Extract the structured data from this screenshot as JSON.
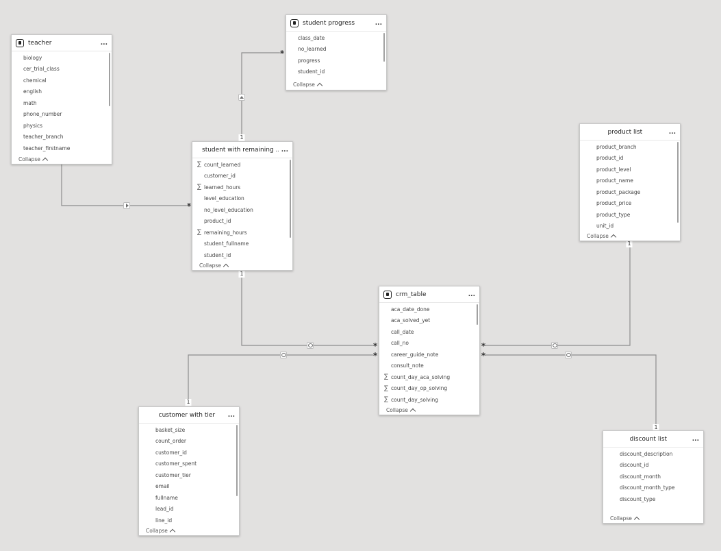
{
  "tables": {
    "teacher": {
      "title": "teacher",
      "fields": [
        {
          "name": "biology",
          "agg": false
        },
        {
          "name": "cer_trial_class",
          "agg": false
        },
        {
          "name": "chemical",
          "agg": false
        },
        {
          "name": "english",
          "agg": false
        },
        {
          "name": "math",
          "agg": false
        },
        {
          "name": "phone_number",
          "agg": false
        },
        {
          "name": "physics",
          "agg": false
        },
        {
          "name": "teacher_branch",
          "agg": false
        },
        {
          "name": "teacher_firstname",
          "agg": false
        }
      ],
      "collapse": "Collapse"
    },
    "student_progress": {
      "title": "student progress",
      "fields": [
        {
          "name": "class_date",
          "agg": false
        },
        {
          "name": "no_learned",
          "agg": false
        },
        {
          "name": "progress",
          "agg": false
        },
        {
          "name": "student_id",
          "agg": false
        }
      ],
      "collapse": "Collapse"
    },
    "student_remaining": {
      "title": "student with remaining ...",
      "fields": [
        {
          "name": "count_learned",
          "agg": true
        },
        {
          "name": "customer_id",
          "agg": false
        },
        {
          "name": "learned_hours",
          "agg": true
        },
        {
          "name": "level_education",
          "agg": false
        },
        {
          "name": "no_level_education",
          "agg": false
        },
        {
          "name": "product_id",
          "agg": false
        },
        {
          "name": "remaining_hours",
          "agg": true
        },
        {
          "name": "student_fullname",
          "agg": false
        },
        {
          "name": "student_id",
          "agg": false
        }
      ],
      "collapse": "Collapse"
    },
    "product_list": {
      "title": "product list",
      "fields": [
        {
          "name": "product_branch",
          "agg": false
        },
        {
          "name": "product_id",
          "agg": false
        },
        {
          "name": "product_level",
          "agg": false
        },
        {
          "name": "product_name",
          "agg": false
        },
        {
          "name": "product_package",
          "agg": false
        },
        {
          "name": "product_price",
          "agg": false
        },
        {
          "name": "product_type",
          "agg": false
        },
        {
          "name": "unit_id",
          "agg": false
        }
      ],
      "collapse": "Collapse"
    },
    "crm_table": {
      "title": "crm_table",
      "fields": [
        {
          "name": "aca_date_done",
          "agg": false
        },
        {
          "name": "aca_solved_yet",
          "agg": false
        },
        {
          "name": "call_date",
          "agg": false
        },
        {
          "name": "call_no",
          "agg": false
        },
        {
          "name": "career_guide_note",
          "agg": false
        },
        {
          "name": "consult_note",
          "agg": false
        },
        {
          "name": "count_day_aca_solving",
          "agg": true
        },
        {
          "name": "count_day_op_solving",
          "agg": true
        },
        {
          "name": "count_day_solving",
          "agg": true
        }
      ],
      "collapse": "Collapse"
    },
    "customer_tier": {
      "title": "customer with tier",
      "fields": [
        {
          "name": "basket_size",
          "agg": false
        },
        {
          "name": "count_order",
          "agg": false
        },
        {
          "name": "customer_id",
          "agg": false
        },
        {
          "name": "customer_spent",
          "agg": false
        },
        {
          "name": "customer_tier",
          "agg": false
        },
        {
          "name": "email",
          "agg": false
        },
        {
          "name": "fullname",
          "agg": false
        },
        {
          "name": "lead_id",
          "agg": false
        },
        {
          "name": "line_id",
          "agg": false
        }
      ],
      "collapse": "Collapse"
    },
    "discount_list": {
      "title": "discount list",
      "fields": [
        {
          "name": "discount_description",
          "agg": false
        },
        {
          "name": "discount_id",
          "agg": false
        },
        {
          "name": "discount_month",
          "agg": false
        },
        {
          "name": "discount_month_type",
          "agg": false
        },
        {
          "name": "discount_type",
          "agg": false
        }
      ],
      "collapse": "Collapse"
    }
  },
  "menu_glyph": "...",
  "agg_glyph": "∑",
  "cardinality": {
    "one": "1",
    "many": "*"
  }
}
